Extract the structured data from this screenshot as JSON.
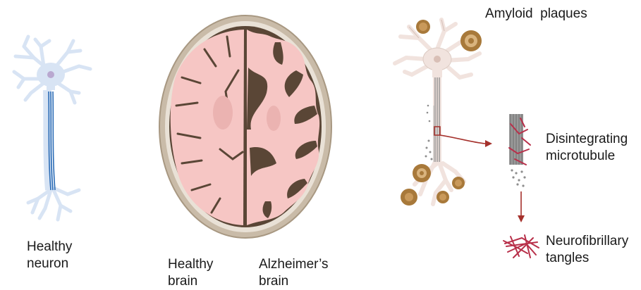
{
  "labels": {
    "healthy_neuron": [
      "Healthy",
      "neuron"
    ],
    "healthy_brain": [
      "Healthy",
      "brain"
    ],
    "alzheimers_brain": [
      "Alzheimer’s",
      "brain"
    ],
    "amyloid_plaques": "Amyloid  plaques",
    "disintegrating_microtubule": [
      "Disintegrating",
      "microtubule"
    ],
    "neurofibrillary_tangles": [
      "Neurofibrillary",
      "tangles"
    ]
  },
  "colors": {
    "healthy_neuron": "#d8e4f4",
    "microtubule_blue": "#2a6bb5",
    "brain_pink": "#f6c6c4",
    "brain_dark": "#5a4636",
    "skull": "#c9bba8",
    "diseased_neuron": "#f1e3de",
    "plaque": "#a8793a",
    "arrow": "#a5312c",
    "tangle": "#b8304a"
  }
}
